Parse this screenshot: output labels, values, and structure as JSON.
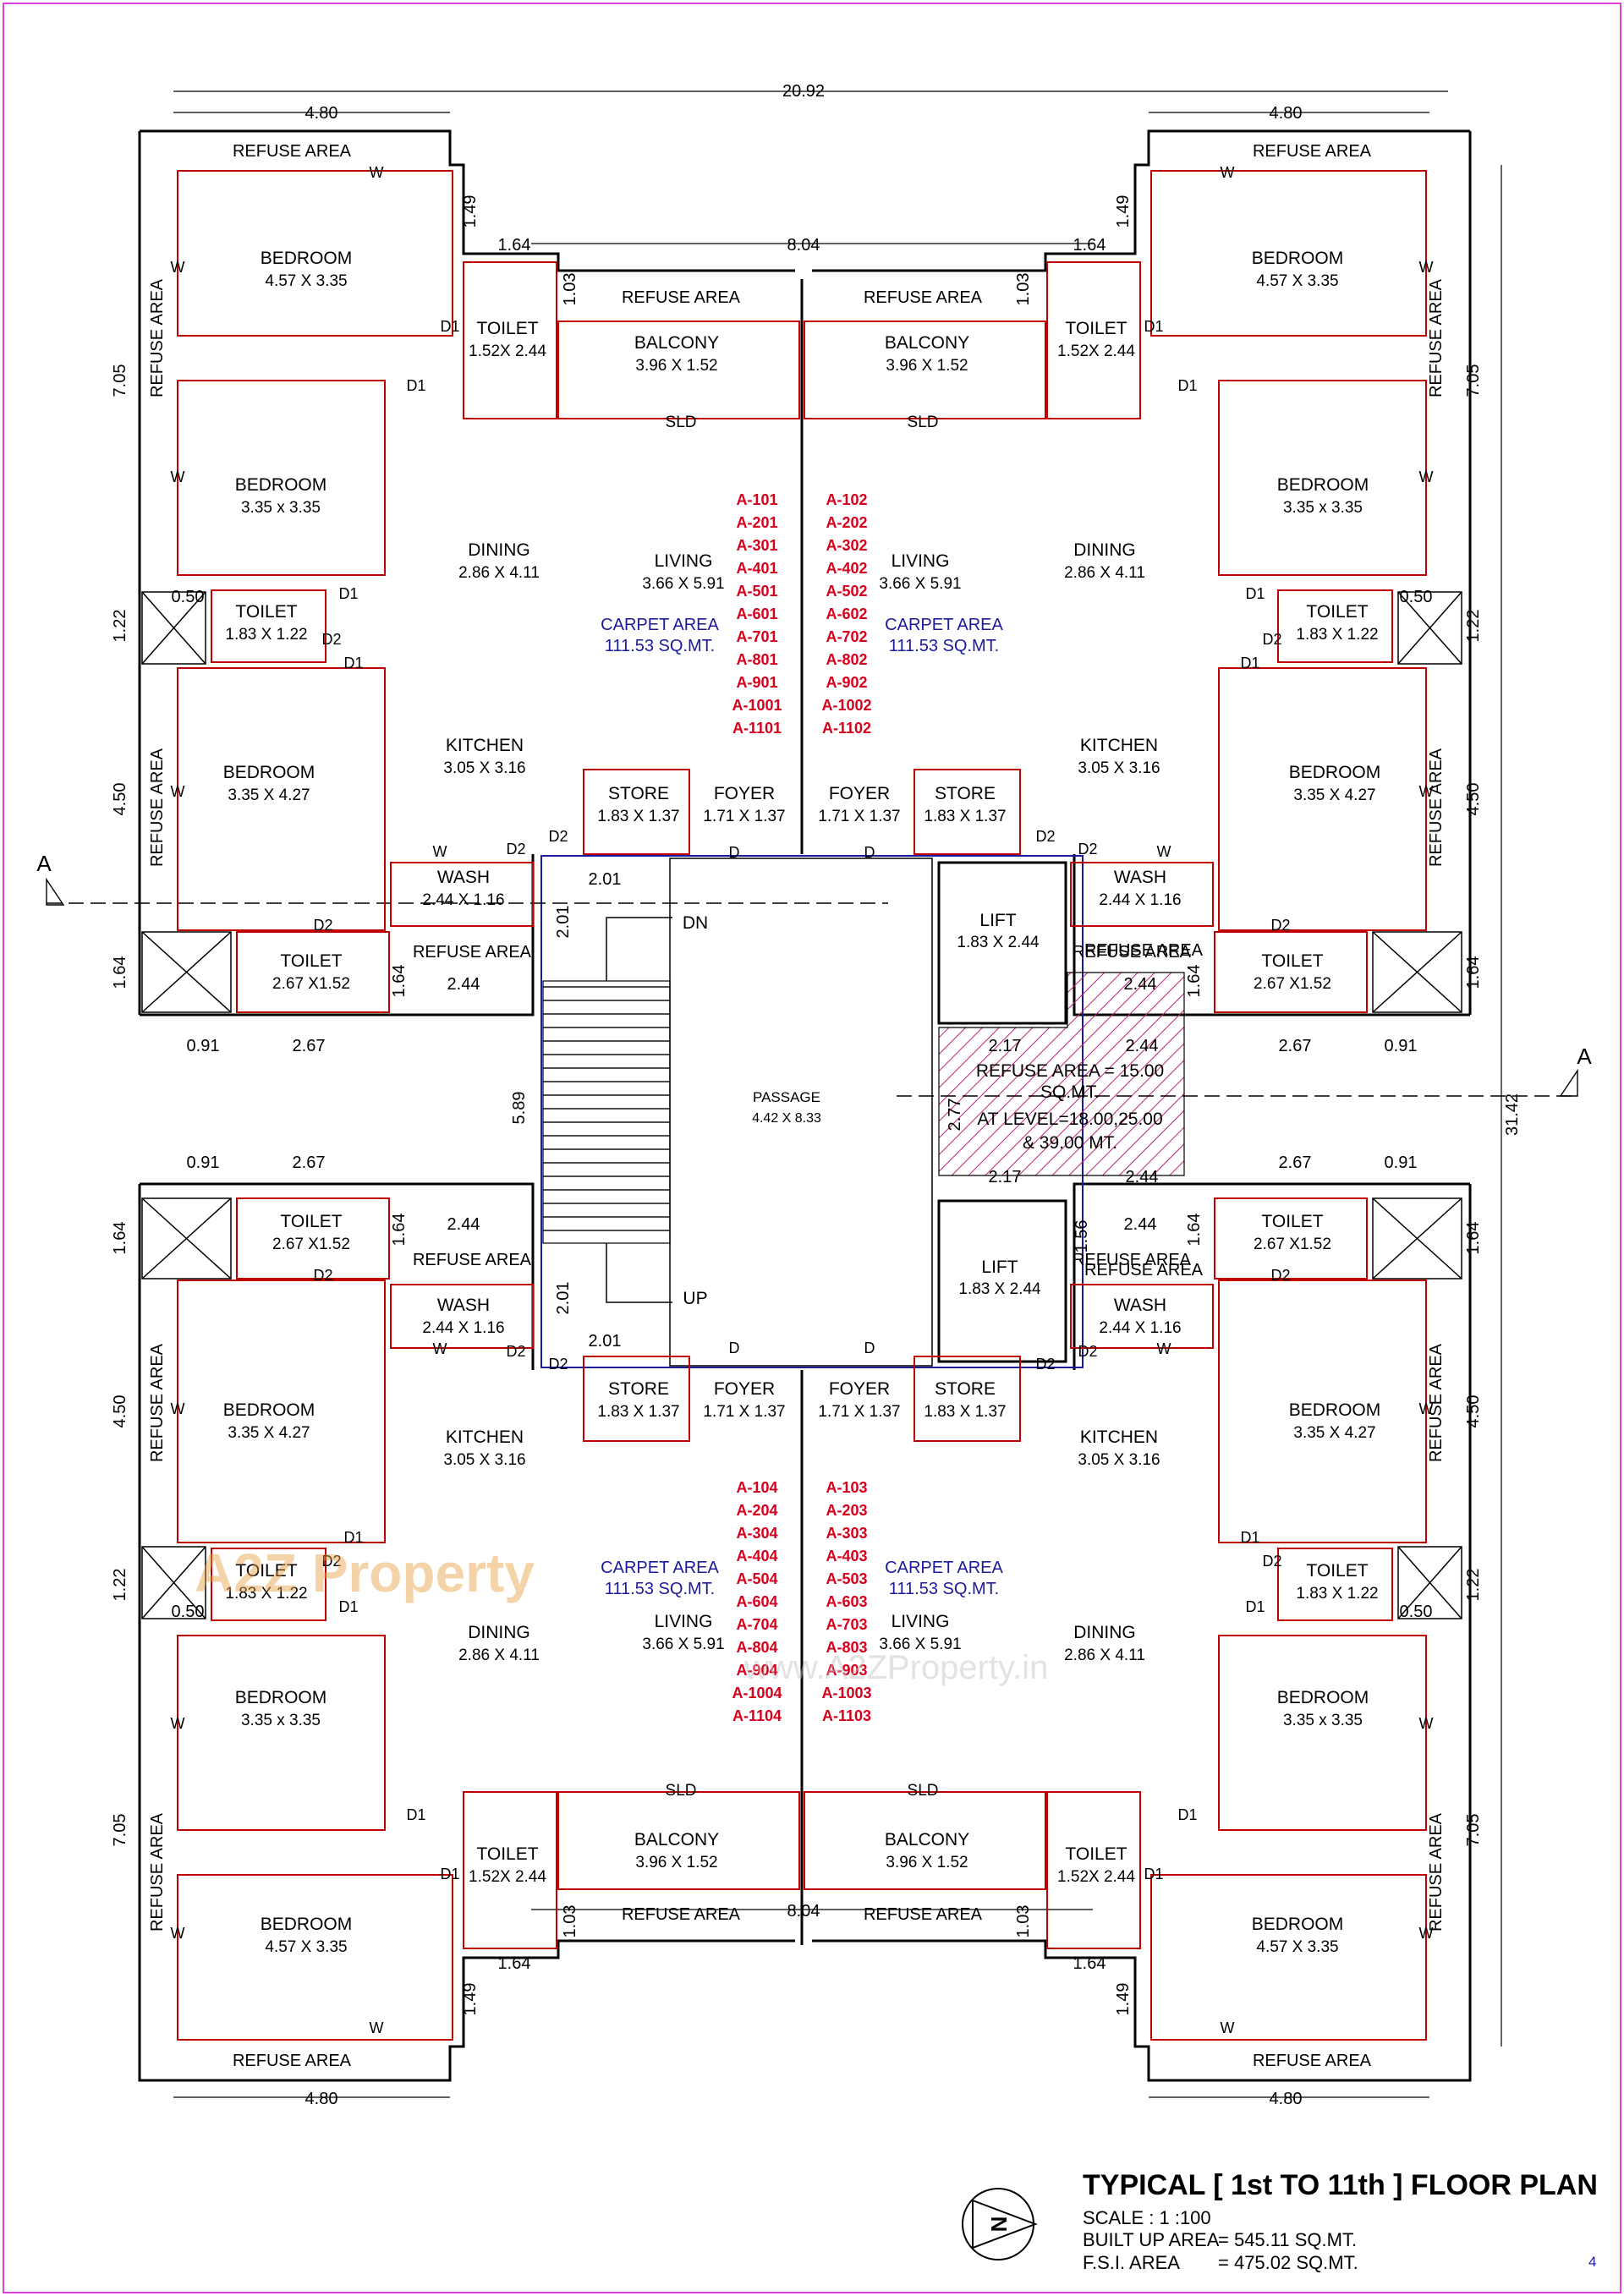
{
  "top_overall": "20.92",
  "top_wing_width": "4.80",
  "top_mid_width": "8.04",
  "right_overall": "31.42",
  "upper_left": {
    "refuse_top": "REFUSE AREA",
    "refuse_side": "REFUSE AREA",
    "refuse_side_2": "REFUSE AREA",
    "bedroom1": {
      "name": "BEDROOM",
      "dim": "4.57 X 3.35"
    },
    "bedroom2": {
      "name": "BEDROOM",
      "dim": "3.35 x 3.35"
    },
    "bedroom3": {
      "name": "BEDROOM",
      "dim": "3.35 X 4.27"
    },
    "toilet1": {
      "name": "TOILET",
      "dim": "1.52X 2.44"
    },
    "toilet2": {
      "name": "TOILET",
      "dim": "1.83 X 1.22"
    },
    "toilet3": {
      "name": "TOILET",
      "dim": "2.67 X1.52"
    },
    "balcony": {
      "name": "BALCONY",
      "dim": "3.96 X 1.52"
    },
    "refuse_balcony": "REFUSE AREA",
    "sld": "SLD",
    "dining": {
      "name": "DINING",
      "dim": "2.86 X 4.11"
    },
    "living": {
      "name": "LIVING",
      "dim": "3.66 X 5.91"
    },
    "kitchen": {
      "name": "KITCHEN",
      "dim": "3.05 X 3.16"
    },
    "store": {
      "name": "STORE",
      "dim": "1.83 X 1.37"
    },
    "foyer": {
      "name": "FOYER",
      "dim": "1.71 X 1.37"
    },
    "wash": {
      "name": "WASH",
      "dim": "2.44 X 1.16"
    },
    "refuse_wash": "REFUSE AREA",
    "carpet": {
      "label": "CARPET AREA",
      "value": "111.53 SQ.MT."
    },
    "units": [
      "A-101",
      "A-201",
      "A-301",
      "A-401",
      "A-501",
      "A-601",
      "A-701",
      "A-801",
      "A-901",
      "A-1001",
      "A-1101"
    ]
  },
  "upper_right": {
    "refuse_top": "REFUSE AREA",
    "refuse_side": "REFUSE AREA",
    "refuse_side_2": "REFUSE AREA",
    "bedroom1": {
      "name": "BEDROOM",
      "dim": "4.57 X 3.35"
    },
    "bedroom2": {
      "name": "BEDROOM",
      "dim": "3.35 x 3.35"
    },
    "bedroom3": {
      "name": "BEDROOM",
      "dim": "3.35 X 4.27"
    },
    "toilet1": {
      "name": "TOILET",
      "dim": "1.52X 2.44"
    },
    "toilet2": {
      "name": "TOILET",
      "dim": "1.83 X 1.22"
    },
    "toilet3": {
      "name": "TOILET",
      "dim": "2.67 X1.52"
    },
    "balcony": {
      "name": "BALCONY",
      "dim": "3.96 X 1.52"
    },
    "refuse_balcony": "REFUSE AREA",
    "sld": "SLD",
    "dining": {
      "name": "DINING",
      "dim": "2.86 X 4.11"
    },
    "living": {
      "name": "LIVING",
      "dim": "3.66 X 5.91"
    },
    "kitchen": {
      "name": "KITCHEN",
      "dim": "3.05 X 3.16"
    },
    "store": {
      "name": "STORE",
      "dim": "1.83 X 1.37"
    },
    "foyer": {
      "name": "FOYER",
      "dim": "1.71 X 1.37"
    },
    "wash": {
      "name": "WASH",
      "dim": "2.44 X 1.16"
    },
    "refuse_wash": "REFUSE AREA",
    "carpet": {
      "label": "CARPET AREA",
      "value": "111.53 SQ.MT."
    },
    "units": [
      "A-102",
      "A-202",
      "A-302",
      "A-402",
      "A-502",
      "A-602",
      "A-702",
      "A-802",
      "A-902",
      "A-1002",
      "A-1102"
    ]
  },
  "lower_left": {
    "refuse_bottom": "REFUSE AREA",
    "refuse_side": "REFUSE AREA",
    "refuse_side_2": "REFUSE AREA",
    "bedroom1": {
      "name": "BEDROOM",
      "dim": "4.57 X 3.35"
    },
    "bedroom2": {
      "name": "BEDROOM",
      "dim": "3.35 x 3.35"
    },
    "bedroom3": {
      "name": "BEDROOM",
      "dim": "3.35 X 4.27"
    },
    "toilet1": {
      "name": "TOILET",
      "dim": "1.52X 2.44"
    },
    "toilet2": {
      "name": "TOILET",
      "dim": "1.83 X 1.22"
    },
    "toilet3": {
      "name": "TOILET",
      "dim": "2.67 X1.52"
    },
    "balcony": {
      "name": "BALCONY",
      "dim": "3.96 X 1.52"
    },
    "refuse_balcony": "REFUSE AREA",
    "sld": "SLD",
    "dining": {
      "name": "DINING",
      "dim": "2.86 X 4.11"
    },
    "living": {
      "name": "LIVING",
      "dim": "3.66 X 5.91"
    },
    "kitchen": {
      "name": "KITCHEN",
      "dim": "3.05 X 3.16"
    },
    "store": {
      "name": "STORE",
      "dim": "1.83 X 1.37"
    },
    "foyer": {
      "name": "FOYER",
      "dim": "1.71 X 1.37"
    },
    "wash": {
      "name": "WASH",
      "dim": "2.44 X 1.16"
    },
    "refuse_wash": "REFUSE AREA",
    "carpet": {
      "label": "CARPET AREA",
      "value": "111.53 SQ.MT."
    },
    "units": [
      "A-104",
      "A-204",
      "A-304",
      "A-404",
      "A-504",
      "A-604",
      "A-704",
      "A-804",
      "A-904",
      "A-1004",
      "A-1104"
    ]
  },
  "lower_right": {
    "refuse_bottom": "REFUSE AREA",
    "refuse_side": "REFUSE AREA",
    "refuse_side_2": "REFUSE AREA",
    "bedroom1": {
      "name": "BEDROOM",
      "dim": "4.57 X 3.35"
    },
    "bedroom2": {
      "name": "BEDROOM",
      "dim": "3.35 x 3.35"
    },
    "bedroom3": {
      "name": "BEDROOM",
      "dim": "3.35 X 4.27"
    },
    "toilet1": {
      "name": "TOILET",
      "dim": "1.52X 2.44"
    },
    "toilet2": {
      "name": "TOILET",
      "dim": "1.83 X 1.22"
    },
    "toilet3": {
      "name": "TOILET",
      "dim": "2.67 X1.52"
    },
    "balcony": {
      "name": "BALCONY",
      "dim": "3.96 X 1.52"
    },
    "refuse_balcony": "REFUSE AREA",
    "sld": "SLD",
    "dining": {
      "name": "DINING",
      "dim": "2.86 X 4.11"
    },
    "living": {
      "name": "LIVING",
      "dim": "3.66 X 5.91"
    },
    "kitchen": {
      "name": "KITCHEN",
      "dim": "3.05 X 3.16"
    },
    "store": {
      "name": "STORE",
      "dim": "1.83 X 1.37"
    },
    "foyer": {
      "name": "FOYER",
      "dim": "1.71 X 1.37"
    },
    "wash": {
      "name": "WASH",
      "dim": "2.44 X 1.16"
    },
    "refuse_wash": "REFUSE AREA",
    "carpet": {
      "label": "CARPET AREA",
      "value": "111.53 SQ.MT."
    },
    "units": [
      "A-103",
      "A-203",
      "A-303",
      "A-403",
      "A-503",
      "A-603",
      "A-703",
      "A-803",
      "A-903",
      "A-1003",
      "A-1103"
    ]
  },
  "core": {
    "passage": {
      "name": "PASSAGE",
      "dim": "4.42 X 8.33"
    },
    "lift_top": {
      "name": "LIFT",
      "dim": "1.83 X 2.44"
    },
    "lift_bottom": {
      "name": "LIFT",
      "dim": "1.83 X 2.44"
    },
    "stair_dn": "DN",
    "stair_up": "UP",
    "refuse_hatched": [
      "REFUSE AREA = 15.00",
      "SQ.MT.",
      "AT LEVEL=18.00,25.00",
      "& 39.00 MT."
    ],
    "refuse_lift_top": "REFUSE AREA",
    "refuse_lift_bottom": "REFUSE AREA"
  },
  "dims": {
    "d_149": "1.49",
    "d_164": "1.64",
    "d_103": "1.03",
    "d_705": "7.05",
    "d_122": "1.22",
    "d_450": "4.50",
    "d_050": "0.50",
    "d_091": "0.91",
    "d_267": "2.67",
    "d_244": "2.44",
    "d_201": "2.01",
    "d_589": "5.89",
    "d_217": "2.17",
    "d_277": "2.77",
    "d_156": "1.56"
  },
  "tags": {
    "w": "W",
    "d": "D",
    "d1": "D1",
    "d2": "D2"
  },
  "section_mark": "A",
  "watermark": {
    "logo": "A2Z Property",
    "url": "www.A2ZProperty.in"
  },
  "title_block": {
    "title": "TYPICAL [ 1st TO 11th ] FLOOR PLAN",
    "scale": "SCALE : 1 :100",
    "built_up_label": "BUILT UP AREA",
    "built_up_value": "= 545.11 SQ.MT.",
    "fsi_label": "F.S.I. AREA",
    "fsi_value": "= 475.02 SQ.MT.",
    "north": "N",
    "page": "4"
  },
  "colors": {
    "wall": "#000000",
    "inner_wall": "#c00000",
    "units": "#d6001c",
    "carpet": "#1a1a9a",
    "hatch": "#c0207a",
    "core_line": "#1a1aa0",
    "border": "#e040e0"
  }
}
